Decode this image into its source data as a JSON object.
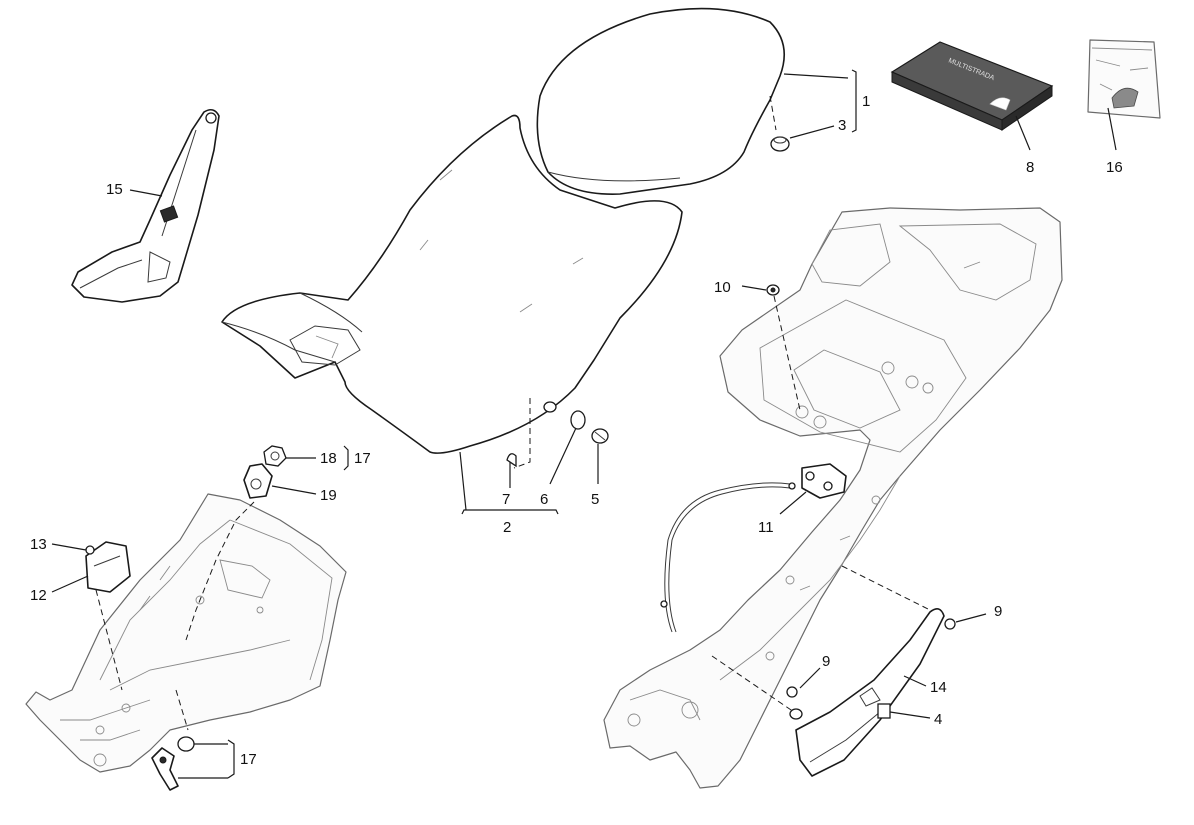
{
  "callouts": {
    "c1": "1",
    "c2": "2",
    "c3": "3",
    "c4": "4",
    "c5": "5",
    "c6": "6",
    "c7": "7",
    "c8": "8",
    "c9a": "9",
    "c9b": "9",
    "c10": "10",
    "c11": "11",
    "c12": "12",
    "c13": "13",
    "c14": "14",
    "c15": "15",
    "c16": "16",
    "c17a": "17",
    "c17b": "17",
    "c18": "18",
    "c19": "19"
  },
  "manual_cover_text": "MULTISTRADA"
}
